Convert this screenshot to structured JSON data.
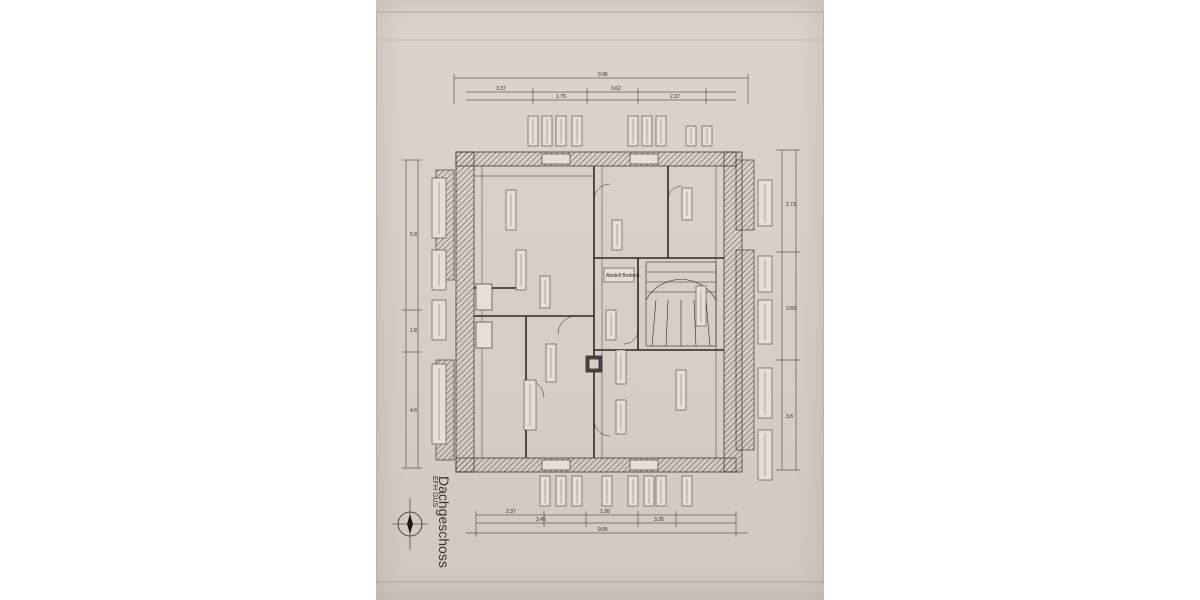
{
  "document": {
    "title": "Dachgeschoss",
    "subtitle": "EFH GUS"
  },
  "dimensions": {
    "top_overall": "9.95",
    "top_segments": [
      "3.37",
      "1.75",
      "3.62",
      "2.37"
    ],
    "bottom_segments": [
      "2.37",
      "3.45",
      "1.26",
      "3.35"
    ],
    "bottom_overall": "9.95",
    "left_segments": [
      "5.8",
      "1.8",
      "4.6"
    ],
    "right_segments": [
      "2.73",
      "3.83",
      "3.8"
    ]
  },
  "labels": {
    "hallway_note": "Abstell Bodenfl."
  },
  "colors": {
    "paper": "#d8cec6",
    "ink": "#2e2926",
    "wall_hatch": "#6b625c"
  },
  "icons": {
    "north_arrow": "north-arrow-icon"
  }
}
